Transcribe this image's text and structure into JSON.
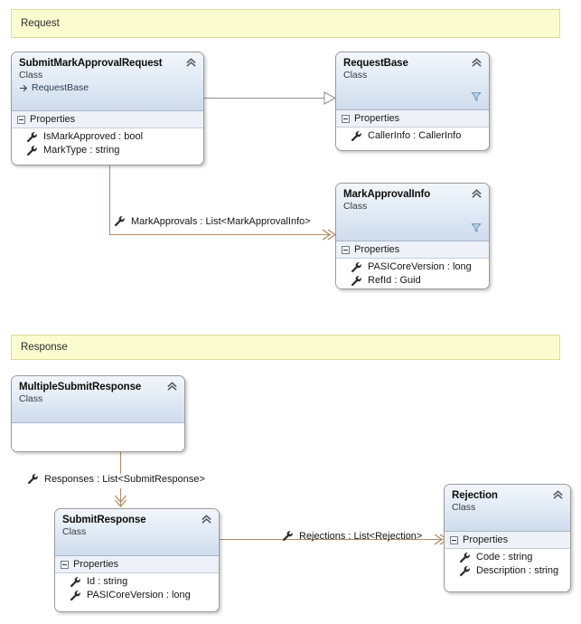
{
  "diagram": {
    "type": "uml-class-diagram",
    "background": "#ffffff",
    "colors": {
      "banner_fill": "#fbfbd0",
      "banner_border": "#dcdc9a",
      "class_header_gradient_top": "#f2f6fb",
      "class_header_gradient_bottom": "#cfdcec",
      "class_border": "#9a9a9a",
      "section_fill": "#eef2f8",
      "inheritance_line": "#8f8f8f",
      "association_line": "#b08a63"
    }
  },
  "banners": [
    {
      "id": "request",
      "label": "Request"
    },
    {
      "id": "response",
      "label": "Response"
    }
  ],
  "classes": [
    {
      "id": "submit-mark-approval-request",
      "name": "SubmitMarkApprovalRequest",
      "stereotype": "Class",
      "base_class": "RequestBase",
      "has_funnel": false,
      "section_label": "Properties",
      "members": [
        {
          "icon": "wrench-icon",
          "text": "IsMarkApproved : bool"
        },
        {
          "icon": "wrench-icon",
          "text": "MarkType : string"
        }
      ]
    },
    {
      "id": "request-base",
      "name": "RequestBase",
      "stereotype": "Class",
      "base_class": null,
      "has_funnel": true,
      "section_label": "Properties",
      "members": [
        {
          "icon": "wrench-icon",
          "text": "CallerInfo : CallerInfo"
        }
      ]
    },
    {
      "id": "mark-approval-info",
      "name": "MarkApprovalInfo",
      "stereotype": "Class",
      "base_class": null,
      "has_funnel": true,
      "section_label": "Properties",
      "members": [
        {
          "icon": "wrench-icon",
          "text": "PASICoreVersion : long"
        },
        {
          "icon": "wrench-icon",
          "text": "RefId : Guid"
        }
      ]
    },
    {
      "id": "multiple-submit-response",
      "name": "MultipleSubmitResponse",
      "stereotype": "Class",
      "base_class": null,
      "has_funnel": false,
      "section_label": null,
      "members": []
    },
    {
      "id": "submit-response",
      "name": "SubmitResponse",
      "stereotype": "Class",
      "base_class": null,
      "has_funnel": false,
      "section_label": "Properties",
      "members": [
        {
          "icon": "wrench-icon",
          "text": "Id : string"
        },
        {
          "icon": "wrench-icon",
          "text": "PASICoreVersion : long"
        }
      ]
    },
    {
      "id": "rejection",
      "name": "Rejection",
      "stereotype": "Class",
      "base_class": null,
      "has_funnel": false,
      "section_label": "Properties",
      "members": [
        {
          "icon": "wrench-icon",
          "text": "Code : string"
        },
        {
          "icon": "wrench-icon",
          "text": "Description : string"
        }
      ]
    }
  ],
  "connections": [
    {
      "id": "inheritance-submit-to-requestbase",
      "kind": "inheritance",
      "from": "SubmitMarkApprovalRequest",
      "to": "RequestBase",
      "label": null
    },
    {
      "id": "assoc-submit-to-markapprovalinfo",
      "kind": "association",
      "from": "SubmitMarkApprovalRequest",
      "to": "MarkApprovalInfo",
      "label": "MarkApprovals : List<MarkApprovalInfo>",
      "label_icon": "wrench-icon"
    },
    {
      "id": "assoc-multiple-to-submitresponse",
      "kind": "association",
      "from": "MultipleSubmitResponse",
      "to": "SubmitResponse",
      "label": "Responses : List<SubmitResponse>",
      "label_icon": "wrench-icon"
    },
    {
      "id": "assoc-submitresponse-to-rejection",
      "kind": "association",
      "from": "SubmitResponse",
      "to": "Rejection",
      "label": "Rejections : List<Rejection>",
      "label_icon": "wrench-icon"
    }
  ]
}
